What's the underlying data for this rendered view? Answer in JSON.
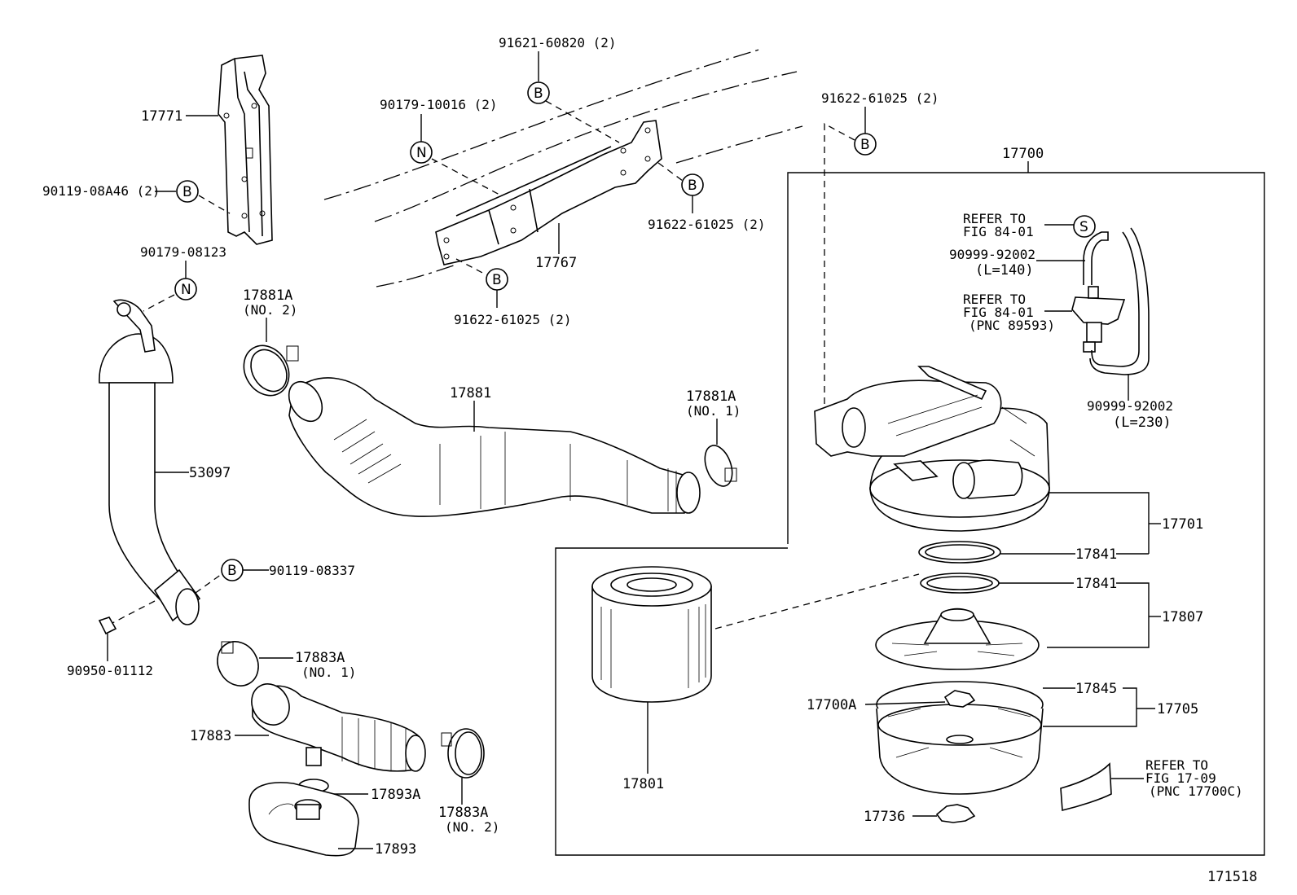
{
  "labels": {
    "p17771": "17771",
    "p90119_08A46": "90119-08A46 (2)",
    "p90179_08123": "90179-08123",
    "p53097": "53097",
    "p90119_08337": "90119-08337",
    "p90950_01112": "90950-01112",
    "p17881A_no2_a": "17881A",
    "p17881A_no2_b": "(NO. 2)",
    "p91621_60820": "91621-60820 (2)",
    "p90179_10016": "90179-10016 (2)",
    "p91622_61025_a": "91622-61025 (2)",
    "p91622_61025_b": "91622-61025 (2)",
    "p91622_61025_c": "91622-61025 (2)",
    "p17767": "17767",
    "p17881": "17881",
    "p17881A_no1_a": "17881A",
    "p17881A_no1_b": "(NO. 1)",
    "p17883A_no1_a": "17883A",
    "p17883A_no1_b": "(NO. 1)",
    "p17883": "17883",
    "p17893A": "17893A",
    "p17883A_no2_a": "17883A",
    "p17883A_no2_b": "(NO. 2)",
    "p17893": "17893",
    "p17700": "17700",
    "refer_a1": "REFER TO",
    "refer_a2": "FIG 84-01",
    "p90999_92002_a": "90999-92002",
    "p90999_92002_a_len": "(L=140)",
    "refer_b1": "REFER TO",
    "refer_b2": "FIG 84-01",
    "refer_b3": "(PNC 89593)",
    "p90999_92002_b": "90999-92002",
    "p90999_92002_b_len": "(L=230)",
    "p17701": "17701",
    "p17841_a": "17841",
    "p17841_b": "17841",
    "p17807": "17807",
    "p17845": "17845",
    "p17705": "17705",
    "p17700A": "17700A",
    "p17801": "17801",
    "refer_c1": "REFER TO",
    "refer_c2": "FIG 17-09",
    "refer_c3": "(PNC 17700C)",
    "p17736": "17736",
    "fig_number": "171518"
  },
  "markers": {
    "B": "B",
    "N": "N",
    "S": "S"
  }
}
